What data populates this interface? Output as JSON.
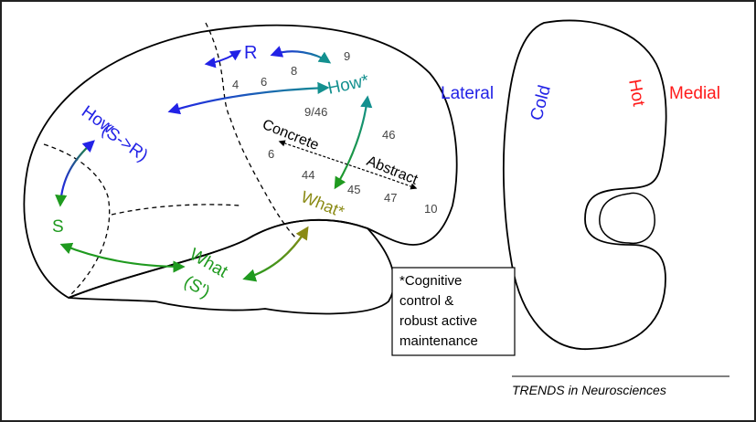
{
  "colors": {
    "blue": "#2222e6",
    "teal": "#13908f",
    "green": "#1f9a1f",
    "olive": "#8a8a14",
    "red": "#ff1a1a",
    "black": "#000000",
    "gray": "#444444"
  },
  "labels": {
    "r": "R",
    "how_star": "How*",
    "how": "How",
    "how_sr": "(S->R)",
    "concrete": "Concrete",
    "abstract": "Abstract",
    "what_star": "What*",
    "s": "S",
    "what": "What",
    "what_sp": "(S')",
    "lateral": "Lateral",
    "cold": "Cold",
    "hot": "Hot",
    "medial": "Medial"
  },
  "areas": {
    "a9": "9",
    "a4": "4",
    "a6a": "6",
    "a8": "8",
    "a946": "9/46",
    "a46": "46",
    "a6b": "6",
    "a44": "44",
    "a45": "45",
    "a47": "47",
    "a10": "10"
  },
  "note": {
    "line1": "*Cognitive",
    "line2": "control &",
    "line3": "robust active",
    "line4": "maintenance"
  },
  "credit": "TRENDS in Neurosciences"
}
